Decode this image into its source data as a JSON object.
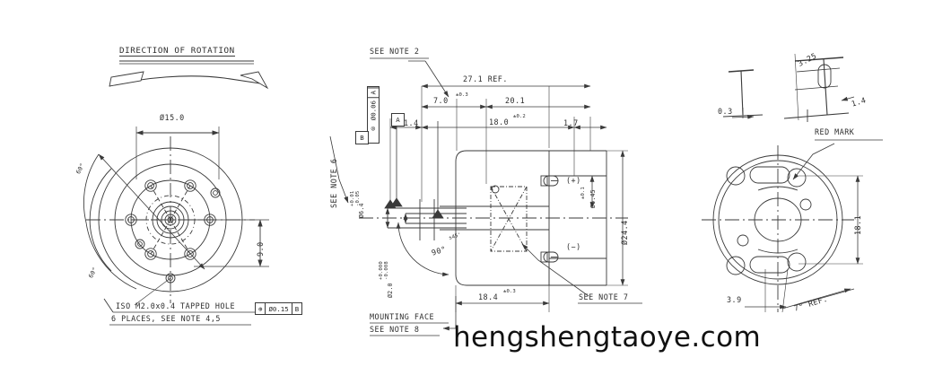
{
  "drawing": {
    "watermark": "hengshengtaoye.com",
    "views": {
      "left": {
        "title": "DIRECTION OF ROTATION",
        "dim_diameter": "Ø15.0",
        "dim_height": "9.0",
        "angle_upper": "60°",
        "angle_lower": "60°",
        "note_line1": "ISO M2.0x0.4 TAPPED HOLE",
        "note_line2": "6 PLACES, SEE NOTE 4,5",
        "fcf_symbol": "⊕",
        "fcf_tolerance": "Ø0.15",
        "fcf_datum": "B"
      },
      "middle": {
        "note_top": "SEE NOTE 2",
        "note_side": "SEE NOTE 6",
        "dim_ref": "27.1 REF.",
        "dim_70": "7.0",
        "dim_70_tol": "±0.3",
        "dim_201": "20.1",
        "dim_14": "1.4",
        "dim_180": "18.0",
        "dim_180_tol": "±0.2",
        "dim_17": "1.7",
        "dim_184": "18.4",
        "dim_184_tol": "±0.3",
        "dim_244": "Ø24.4",
        "dim_645": "Ø6.45",
        "dim_645_tol": "±0.1",
        "dim_shaft_64": "Ø6.4",
        "dim_shaft_64_tol_up": "+0.01",
        "dim_shaft_64_tol_dn": "-0.05",
        "dim_shaft_20": "Ø2.0",
        "dim_shaft_20_tol_up": "+0.000",
        "dim_shaft_20_tol_dn": "-0.008",
        "angle_90": "90°",
        "angle_90_tol": "±45'",
        "terminal_plus": "(+)",
        "terminal_minus": "(−)",
        "note_7": "SEE NOTE 7",
        "mounting_line1": "MOUNTING FACE",
        "mounting_line2": "SEE NOTE 8",
        "datum_a": "A",
        "datum_b": "B",
        "fcf_symbol": "⌾",
        "fcf_tolerance": "Ø0.06",
        "fcf_datum": "A"
      },
      "right": {
        "dim_03": "0.3",
        "dim_325": "3.25",
        "dim_14": "1.4",
        "label_red_mark": "RED MARK",
        "dim_181": "18.1",
        "dim_39": "3.9",
        "angle_ref": "7° REF."
      }
    }
  }
}
